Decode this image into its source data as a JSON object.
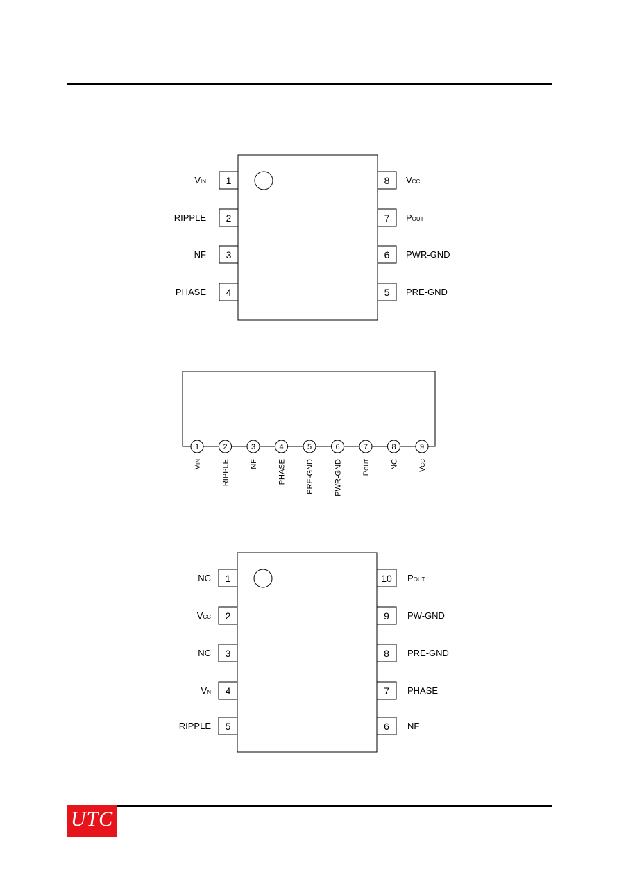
{
  "header": {
    "rule": "top-rule"
  },
  "diagram_dip8": {
    "left_pins": [
      {
        "num": "1",
        "label": "V",
        "sub": "IN"
      },
      {
        "num": "2",
        "label": "RIPPLE",
        "sub": ""
      },
      {
        "num": "3",
        "label": "NF",
        "sub": ""
      },
      {
        "num": "4",
        "label": "PHASE",
        "sub": ""
      }
    ],
    "right_pins": [
      {
        "num": "8",
        "label": "V",
        "sub": "CC"
      },
      {
        "num": "7",
        "label": "P",
        "sub": "OUT"
      },
      {
        "num": "6",
        "label": "PWR-GND",
        "sub": ""
      },
      {
        "num": "5",
        "label": "PRE-GND",
        "sub": ""
      }
    ]
  },
  "diagram_sip9": {
    "pins": [
      {
        "num": "1",
        "label": "V",
        "sub": "IN"
      },
      {
        "num": "2",
        "label": "RIPPLE",
        "sub": ""
      },
      {
        "num": "3",
        "label": "NF",
        "sub": ""
      },
      {
        "num": "4",
        "label": "PHASE",
        "sub": ""
      },
      {
        "num": "5",
        "label": "PRE-GND",
        "sub": ""
      },
      {
        "num": "6",
        "label": "PWR-GND",
        "sub": ""
      },
      {
        "num": "7",
        "label": "P",
        "sub": "OUT"
      },
      {
        "num": "8",
        "label": "NC",
        "sub": ""
      },
      {
        "num": "9",
        "label": "V",
        "sub": "CC"
      }
    ]
  },
  "diagram_dip10": {
    "left_pins": [
      {
        "num": "1",
        "label": "NC",
        "sub": ""
      },
      {
        "num": "2",
        "label": "V",
        "sub": "CC"
      },
      {
        "num": "3",
        "label": "NC",
        "sub": ""
      },
      {
        "num": "4",
        "label": "V",
        "sub": "N"
      },
      {
        "num": "5",
        "label": "RIPPLE",
        "sub": ""
      }
    ],
    "right_pins": [
      {
        "num": "10",
        "label": "P",
        "sub": "OUT"
      },
      {
        "num": "9",
        "label": "PW-GND",
        "sub": ""
      },
      {
        "num": "8",
        "label": "PRE-GND",
        "sub": ""
      },
      {
        "num": "7",
        "label": "PHASE",
        "sub": ""
      },
      {
        "num": "6",
        "label": "NF",
        "sub": ""
      }
    ]
  },
  "footer": {
    "logo_text": "UTC"
  }
}
